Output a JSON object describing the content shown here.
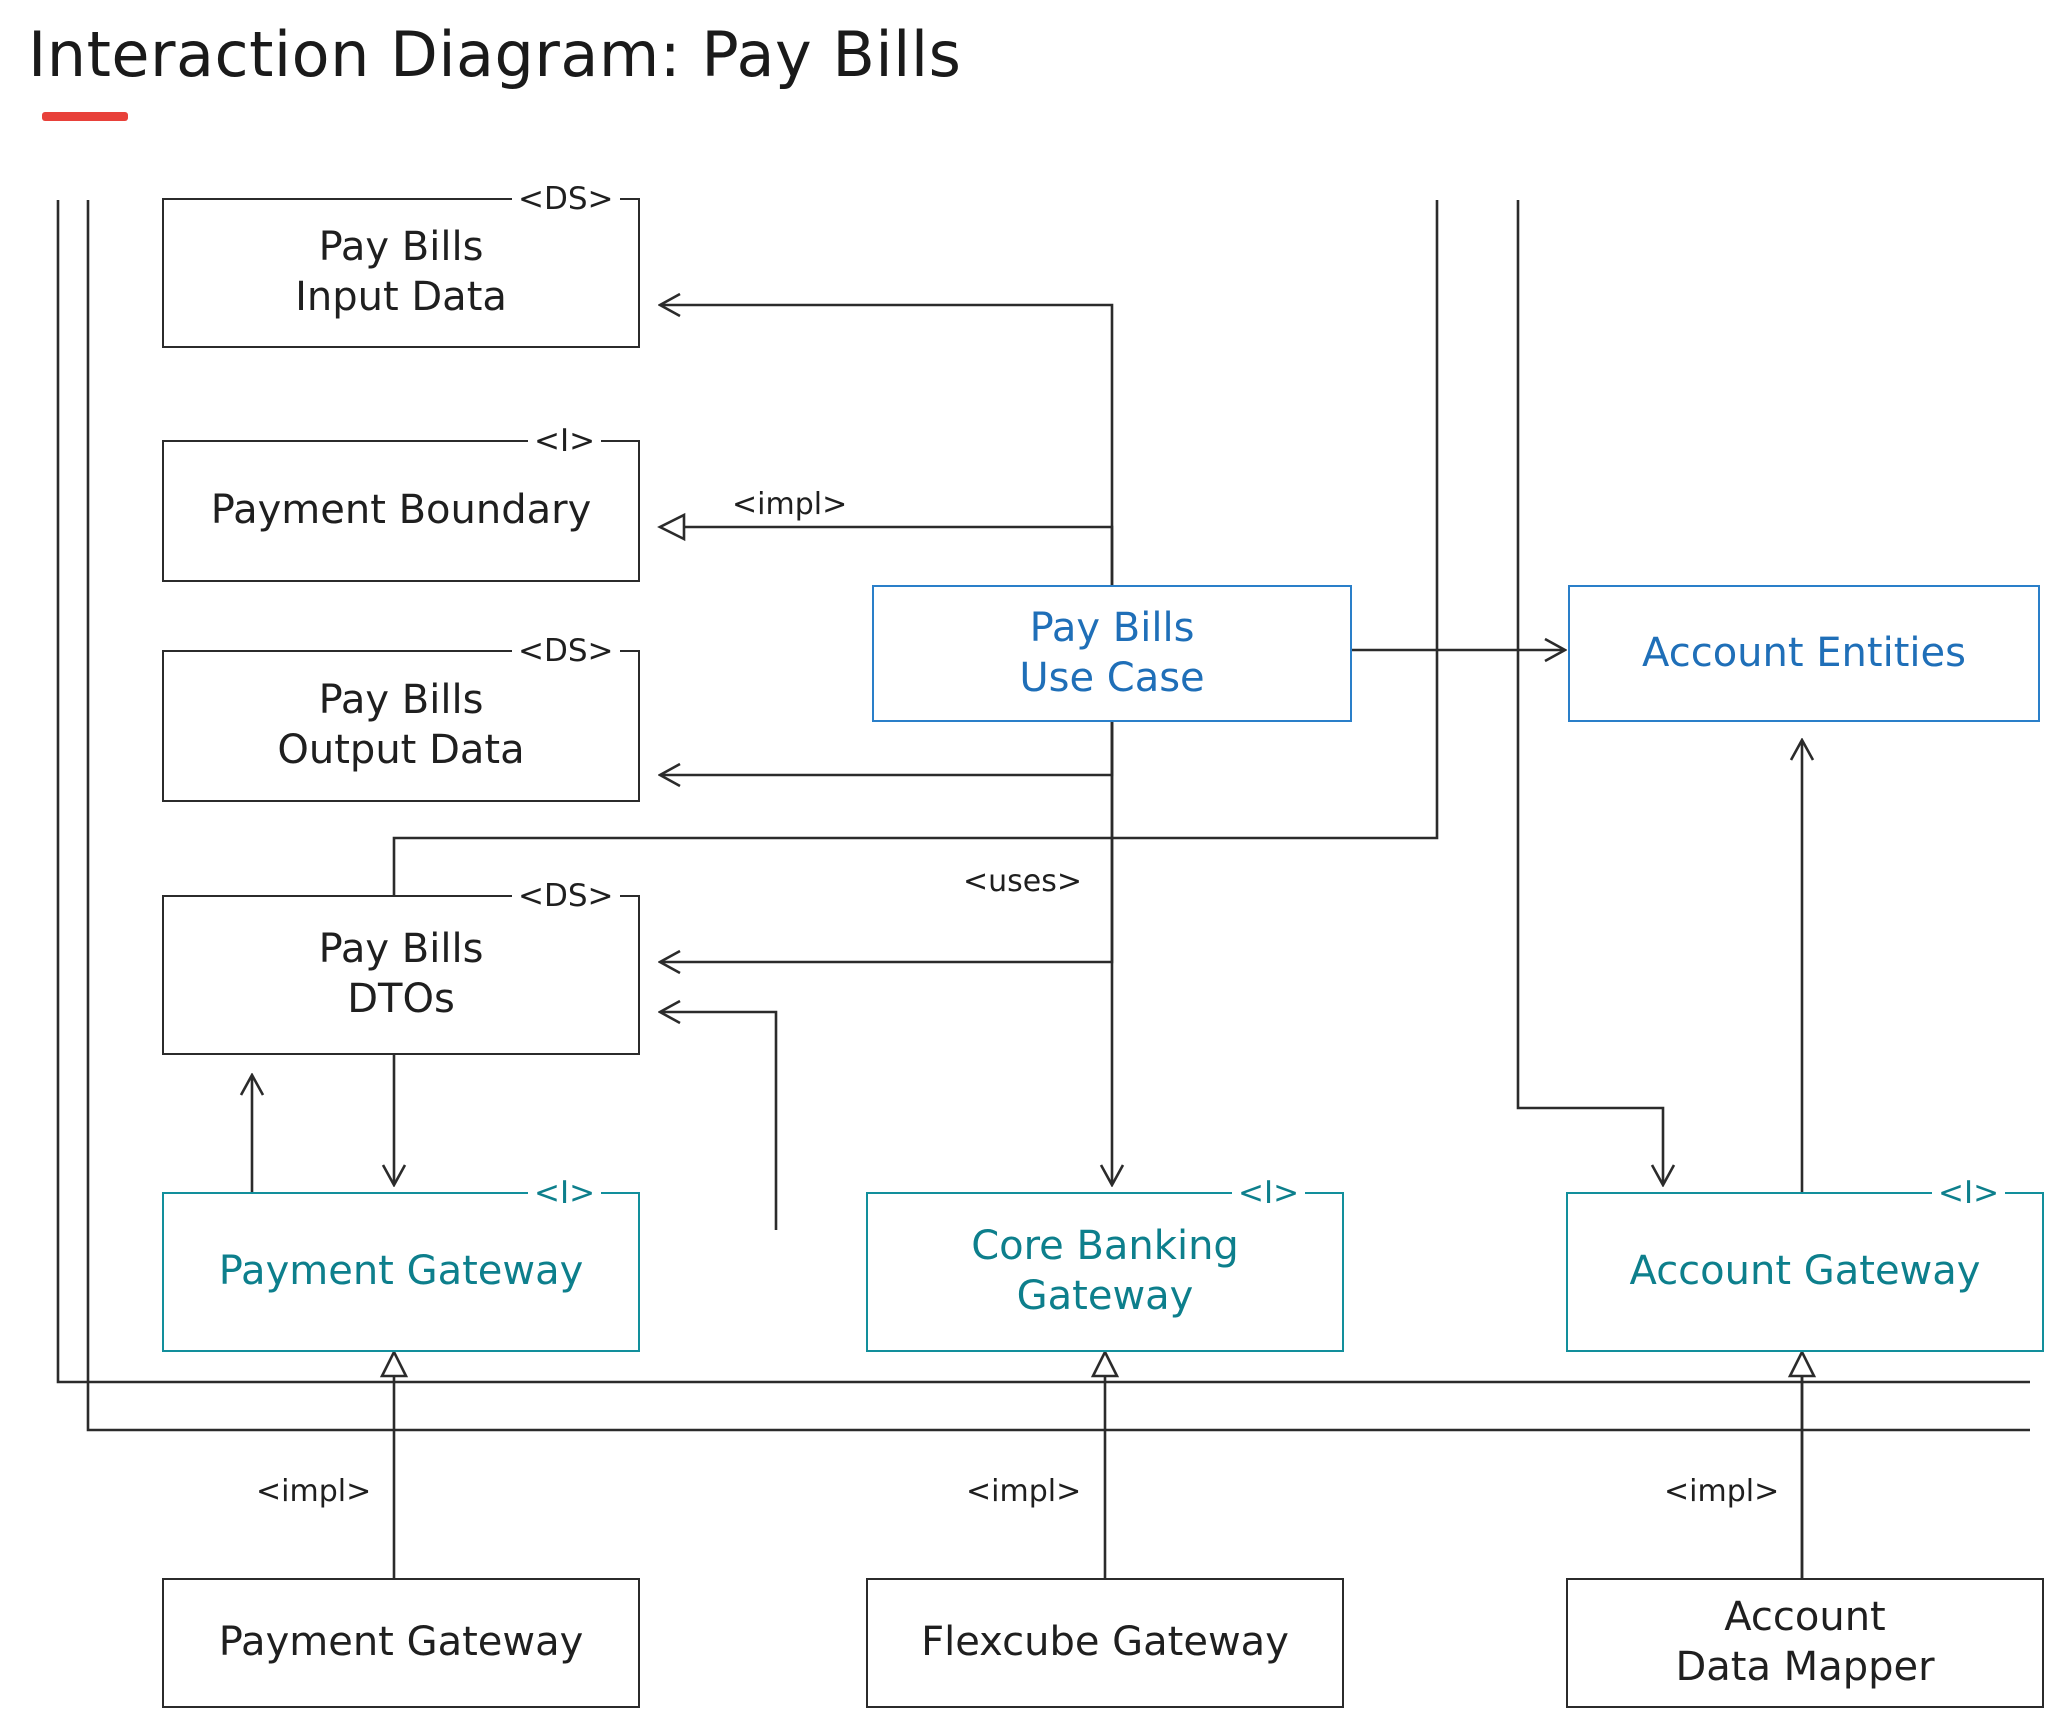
{
  "title": "Interaction Diagram: Pay Bills",
  "accent": {
    "underline": "#e8413a",
    "blue": "#2a7fc9",
    "teal": "#128f9c",
    "black": "#2b2b2b"
  },
  "stereotypes": {
    "ds": "<DS>",
    "interface": "<I>",
    "impl": "<impl>",
    "uses": "<uses>"
  },
  "nodes": {
    "pay_bills_input_data": {
      "label": "Pay Bills\nInput Data",
      "stereotype": "<DS>",
      "color": "black"
    },
    "payment_boundary": {
      "label": "Payment Boundary",
      "stereotype": "<I>",
      "color": "black"
    },
    "pay_bills_output_data": {
      "label": "Pay Bills\nOutput Data",
      "stereotype": "<DS>",
      "color": "black"
    },
    "pay_bills_dtos": {
      "label": "Pay Bills\nDTOs",
      "stereotype": "<DS>",
      "color": "black"
    },
    "pay_bills_use_case": {
      "label": "Pay Bills\nUse Case",
      "stereotype": "",
      "color": "blue"
    },
    "account_entities": {
      "label": "Account Entities",
      "stereotype": "",
      "color": "blue"
    },
    "payment_gateway_interface": {
      "label": "Payment Gateway",
      "stereotype": "<I>",
      "color": "teal"
    },
    "core_banking_gateway_interface": {
      "label": "Core Banking\nGateway",
      "stereotype": "<I>",
      "color": "teal"
    },
    "account_gateway_interface": {
      "label": "Account Gateway",
      "stereotype": "<I>",
      "color": "teal"
    },
    "payment_gateway_impl": {
      "label": "Payment Gateway",
      "stereotype": "",
      "color": "black"
    },
    "flexcube_gateway_impl": {
      "label": "Flexcube Gateway",
      "stereotype": "",
      "color": "black"
    },
    "account_data_mapper_impl": {
      "label": "Account\nData Mapper",
      "stereotype": "",
      "color": "black"
    }
  },
  "edge_labels": {
    "boundary_impl": "<impl>",
    "uses": "<uses>",
    "payment_gateway_impl": "<impl>",
    "flexcube_gateway_impl": "<impl>",
    "account_data_mapper_impl": "<impl>"
  }
}
